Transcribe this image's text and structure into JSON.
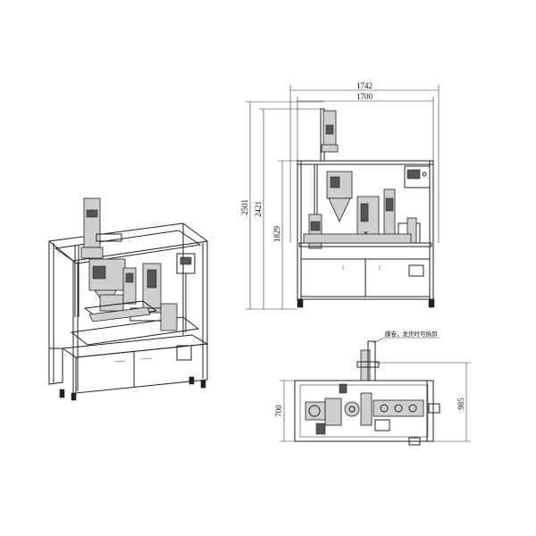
{
  "dimensions": {
    "front_width_overall": "1742",
    "front_width_frame": "1700",
    "height_overall": "2501",
    "height_hopper": "2421",
    "height_frame": "1829",
    "top_depth": "700",
    "side_depth": "985"
  },
  "annotations": {
    "detachable_note": "膜卷，发货时可拆卸"
  }
}
